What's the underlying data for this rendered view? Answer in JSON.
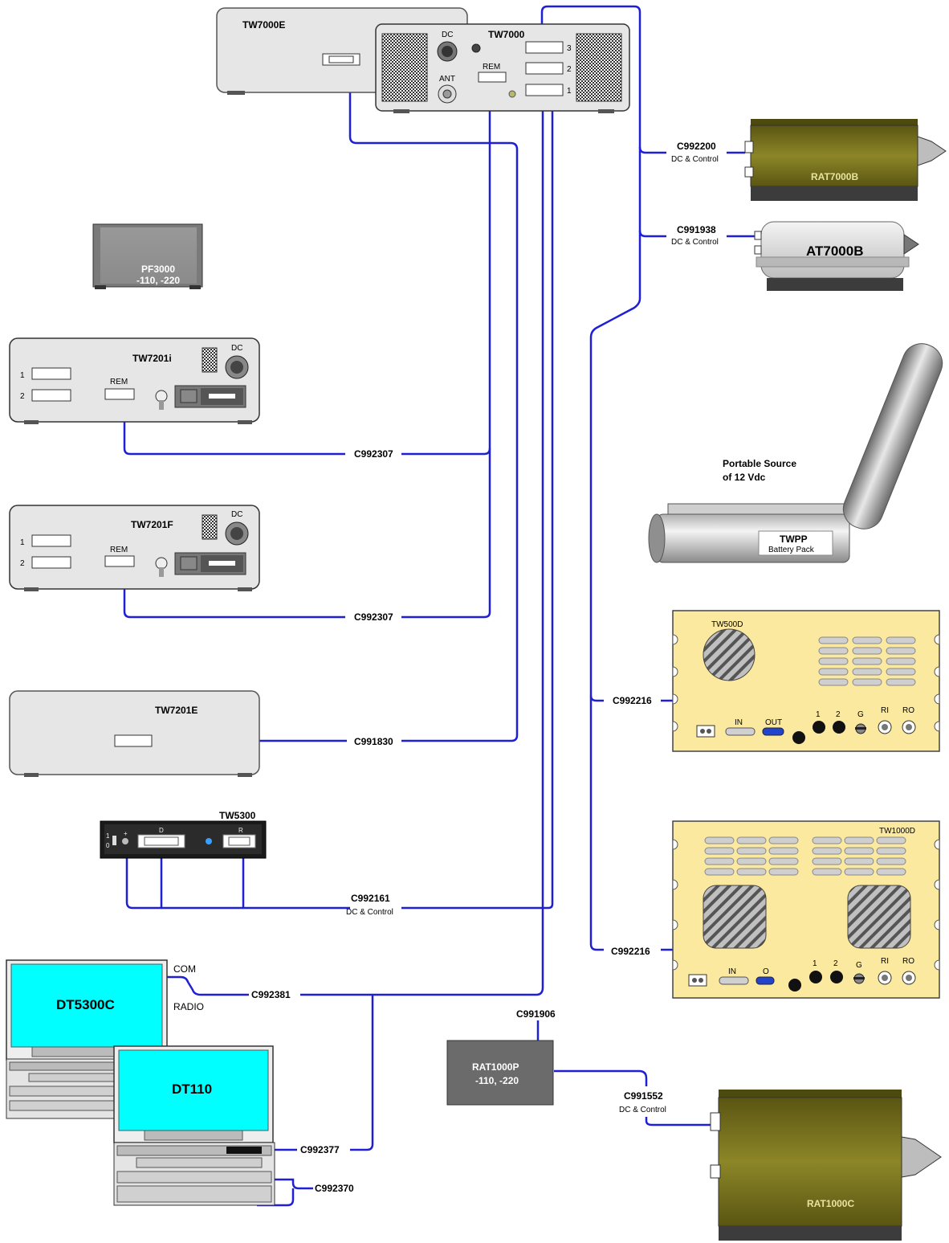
{
  "devices": {
    "tw7000e": "TW7000E",
    "tw7000": {
      "title": "TW7000",
      "dc": "DC",
      "ant": "ANT",
      "rem": "REM",
      "port3": "3",
      "port2": "2",
      "port1": "1"
    },
    "rat7000b": "RAT7000B",
    "at7000b": "AT7000B",
    "pf3000": {
      "name": "PF3000",
      "volts": "-110, -220"
    },
    "tw7201i": {
      "title": "TW7201i",
      "dc": "DC",
      "rem": "REM",
      "port1": "1",
      "port2": "2"
    },
    "tw7201f": {
      "title": "TW7201F",
      "dc": "DC",
      "rem": "REM",
      "port1": "1",
      "port2": "2"
    },
    "tw7201e": "TW7201E",
    "twpp": {
      "source_line1": "Portable Source",
      "source_line2": "of 12 Vdc",
      "name": "TWPP",
      "sub": "Battery Pack"
    },
    "tw500d": {
      "title": "TW500D",
      "in": "IN",
      "out": "OUT",
      "p1": "1",
      "p2": "2",
      "g": "G",
      "ri": "RI",
      "ro": "RO"
    },
    "tw1000d": {
      "title": "TW1000D",
      "in": "IN",
      "out": "O",
      "p1": "1",
      "p2": "2",
      "g": "G",
      "ri": "RI",
      "ro": "RO"
    },
    "tw5300": {
      "title": "TW5300",
      "d": "D",
      "r": "R",
      "one": "1",
      "zero": "0",
      "plus": "+"
    },
    "dt5300c": {
      "name": "DT5300C",
      "com": "COM",
      "radio": "RADIO"
    },
    "dt110": "DT110",
    "rat1000p": {
      "name": "RAT1000P",
      "volts": "-110, -220"
    },
    "rat1000c": "RAT1000C"
  },
  "cables": {
    "c992200": {
      "id": "C992200",
      "sub": "DC & Control"
    },
    "c991938": {
      "id": "C991938",
      "sub": "DC & Control"
    },
    "c992307a": "C992307",
    "c992307b": "C992307",
    "c991830": "C991830",
    "c992216a": "C992216",
    "c992216b": "C992216",
    "c992161": {
      "id": "C992161",
      "sub": "DC & Control"
    },
    "c992381": "C992381",
    "c991906": "C991906",
    "c991552": {
      "id": "C991552",
      "sub": "DC & Control"
    },
    "c992377": "C992377",
    "c992370": "C992370"
  },
  "colors": {
    "cable": "#1f1fd6",
    "case_light": "#e6e6e6",
    "olive": "#7a7420",
    "yellow_panel": "#fce9a0",
    "screen": "#00ffff",
    "dark_box": "#6b6b6b"
  }
}
